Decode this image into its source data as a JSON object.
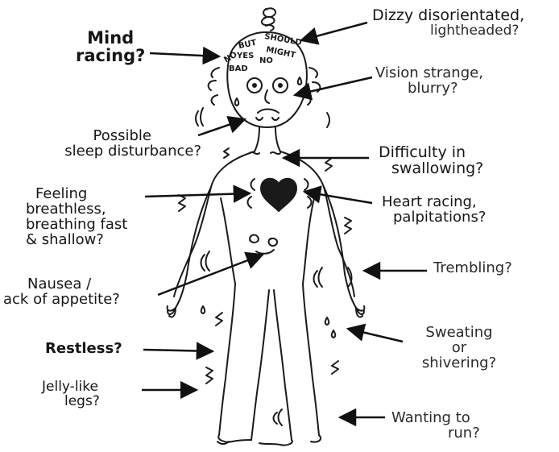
{
  "labels": {
    "mind": {
      "line1": "Mind",
      "line2": "racing?"
    },
    "sleep": {
      "line1": "Possible",
      "line2": "sleep disturbance?"
    },
    "breath": {
      "line1": "Feeling",
      "line2": "breathless,",
      "line3": "breathing fast",
      "line4": "& shallow?"
    },
    "nausea": {
      "line1": "Nausea /",
      "line2": "ack of appetite?"
    },
    "restless": "Restless?",
    "jelly": {
      "line1": "Jelly-like",
      "line2": "legs?"
    },
    "dizzy": {
      "line1": "Dizzy disorientated,",
      "line2": "lightheaded?"
    },
    "vision": {
      "line1": "Vision strange,",
      "line2": "blurry?"
    },
    "swallow": {
      "line1": "Difficulty in",
      "line2": "swallowing?"
    },
    "heart": {
      "line1": "Heart racing,",
      "line2": "palpitations?"
    },
    "trembling": "Trembling?",
    "sweating": {
      "line1": "Sweating",
      "line2": "or",
      "line3": "shivering?"
    },
    "run": {
      "line1": "Wanting to",
      "line2": "run?"
    }
  },
  "head_words": {
    "no1": "NO",
    "but": "BUT",
    "should": "SHOULD",
    "yes": "YES",
    "might": "MIGHT",
    "no2": "NO",
    "bad": "BAD"
  }
}
